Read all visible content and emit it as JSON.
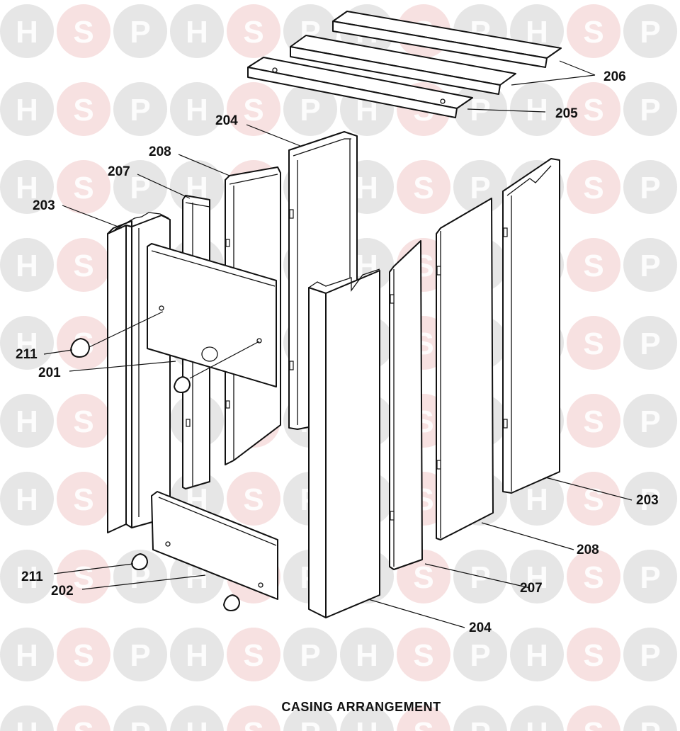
{
  "title": "CASING ARRANGEMENT",
  "watermark": {
    "letters": [
      "H",
      "S",
      "P"
    ],
    "colors": {
      "H": "#d2d2d2",
      "S": "#f1c8c8",
      "P": "#d2d2d2"
    }
  },
  "callouts": {
    "c203_left": "203",
    "c207_left": "207",
    "c208_left": "208",
    "c204_top": "204",
    "c206": "206",
    "c205": "205",
    "c211_a": "211",
    "c201": "201",
    "c211_b": "211",
    "c202": "202",
    "c203_right": "203",
    "c208_right": "208",
    "c207_right": "207",
    "c204_bottom": "204"
  }
}
